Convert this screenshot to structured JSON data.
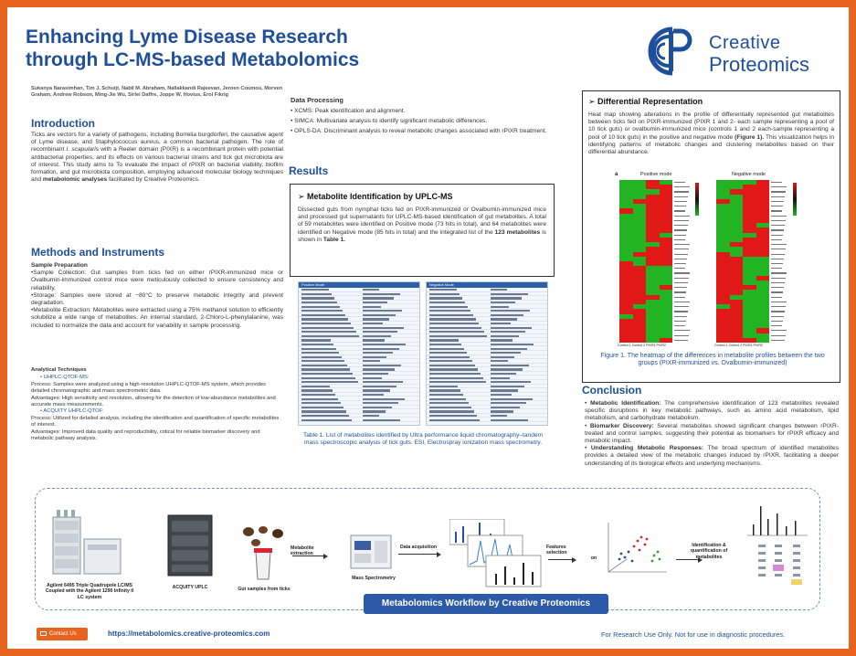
{
  "header": {
    "title_line1": "Enhancing Lyme Disease Research",
    "title_line2": "through LC-MS-based Metabolomics",
    "authors": "Sukanya Narasimhan, Tim J. Schuijt, Nabil M. Abraham, Nallakkandi Rajeevan, Jeroen Coumou, Morven Graham, Andrew Robson, Ming-Jie Wu, Sirlei Daffre, Joppe W. Hovius, Erol Fikrig",
    "logo_top": "Creative",
    "logo_bottom": "Proteomics"
  },
  "introduction": {
    "title": "Introduction",
    "p1": "Ticks are vectors for a variety of pathogens, including Borrelia burgdorferi, the causative agent of Lyme disease, and Staphylococcus aureus, a common bacterial pathogen. The role of recombinant",
    "species": "I. scapularis",
    "p2": "with a Reeler domain (PIXR) is a recombinant protein with potential antibacterial properties, and its effects on various bacterial strains and tick gut microbiota are of interest. This study aims to To evaluate the impact of rPIXR on bacterial viability, biofilm formation, and gut microbiota composition, employing advanced molecular biology techniques and",
    "p3_bold": "metabolomic analyses",
    "p3": "facilitated by Creative Proteomics."
  },
  "methods": {
    "title": "Methods and Instruments",
    "sample_prep": "Sample Preparation",
    "item1": "•Sample Collection: Gut samples from ticks fed on either rPIXR-immunized mice or Ovalbumin-immunized control mice were meticulously collected to ensure consistency and reliability.",
    "item2": "•Storage: Samples were stored at −80°C to preserve metabolic integrity and prevent degradation.",
    "item3": "•Metabolite Extraction: Metabolites were extracted using a 75% methanol solution to efficiently solubilize a wide range of metabolites. An internal standard, 2-Chloro-L-phenylalanine, was included to normalize the data and account for variability in sample processing.",
    "analytical": "Analytical Techniques",
    "tech1": "UHPLC-QTOF-MS:",
    "tech1_process": "Process: Samples were analyzed using a high-resolution UHPLC-QTOF-MS system, which provides detailed chromatographic and mass spectrometric data.",
    "tech1_adv": "Advantages: High sensitivity and resolution, allowing for the detection of low-abundance metabolites and accurate mass measurements.",
    "tech2": "ACQUITY UHPLC-QTOF:",
    "tech2_process": "Process: Utilized for detailed analysis, including the identification and quantification of specific metabolites of interest.",
    "tech2_adv": "Advantages: Improved data quality and reproducibility, critical for reliable biomarker discovery and metabolic pathway analysis."
  },
  "data_processing": {
    "title": "Data Processing",
    "items": [
      "XCMS: Peak identification and alignment.",
      "SIMCA: Multivariate analysis to identify significant metabolic differences.",
      "OPLS-DA: Discriminant analysis to reveal metabolic changes associated with rPIXR treatment."
    ]
  },
  "results": {
    "title": "Results",
    "box_title": "➢ Metabolite Identification by UPLC-MS",
    "box_text_a": "Dissected guts from nymphal ticks fed on PIXR-immunized or Ovalbumin-immunized mice and processed gut supernatants for UPLC-MS-based identification of gut metabolites. A total of 59 metabolites were identified on Positive mode (73 hits in total), and 64 metabolites were identified on Negative mode (85 hits in total) and the integrated list of the",
    "box_text_b": "123 metabolites",
    "box_text_c": "is shown in",
    "box_text_d": "Table 1.",
    "table_left_header": "Positive Mode",
    "table_right_header": "Negative Mode",
    "table_caption": "Table 1. List of metabolites identified by Ultra performance liquid chromatography–tandem mass spectroscopic analysis of tick guts. ESI, Electrospray ionization mass spectrometry."
  },
  "differential": {
    "box_title": "➢ Differential Representation",
    "text_a": "Heat map showing alterations in the profile of differentially represented gut metabolites between ticks fed on PIXR-immunized (PIXR 1 and 2- each sample representing a pool of 10 tick guts) or ovalbumin-immunized mice (controls 1 and 2 each-sample representing a pool of 10 tick guts) in the positive and negative mode",
    "text_fig": "(Figure 1).",
    "text_b": "This visualization helps in identifying patterns of metabolic changes and clustering metabolites based on their differential abundance.",
    "panel_label": "a",
    "pos_label": "Positive mode",
    "neg_label": "Negative mode",
    "pos_x_labels": "Control 1 Control 2  PIXR1   PIXR2",
    "neg_x_labels": "Control 1 Control 2  PIXR1   PIXR2",
    "figure_caption": "Figure 1. The heatmap of the differences in metabolite profiles between the two groups (PIXR-immunized vs. Ovalbumin-immunized)"
  },
  "conclusion": {
    "title": "Conclusion",
    "items": [
      {
        "bold": "Metabolic Identification:",
        "text": " The comprehensive identification of 123 metabolites revealed specific disruptions in key metabolic pathways, such as amino acid metabolism, lipid metabolism, and carbohydrate metabolism."
      },
      {
        "bold": "Biomarker Discovery:",
        "text": " Several metabolites showed significant changes between rPIXR-treated and control samples, suggesting their potential as biomarkers for rPIXR efficacy and metabolic impact."
      },
      {
        "bold": "Understanding Metabolic Responses:",
        "text": " The broad spectrum of identified metabolites provides a detailed view of the metabolic changes induced by rPIXR, facilitating a deeper understanding of its biological effects and underlying mechanisms."
      }
    ]
  },
  "workflow": {
    "instrument1": "Agilent 6495 Triple Quadrupole LC/MS Coupled with the Agilent 1290 Infinity II LC system",
    "instrument2": "ACQUITY UPLC",
    "samples": "Gut samples from ticks",
    "step_extraction": "Metabolite extraction",
    "step_ms": "Mass Spectrometry",
    "step_acquisition": "Data acquisition",
    "step_features": "Features selection",
    "step_on": "on",
    "step_quant": "Identification & quantification of metabolites",
    "banner": "Metabolomics Workflow by Creative Proteomics"
  },
  "footer": {
    "contact": "Contact Us",
    "url": "https://metabolomics.creative-proteomics.com",
    "note": "For Research Use Only. Not for use in diagnostic procedures."
  },
  "colors": {
    "accent_orange": "#e8641e",
    "brand_blue": "#1f4f9a",
    "heat_red": "#e01818",
    "heat_green": "#22b422"
  }
}
